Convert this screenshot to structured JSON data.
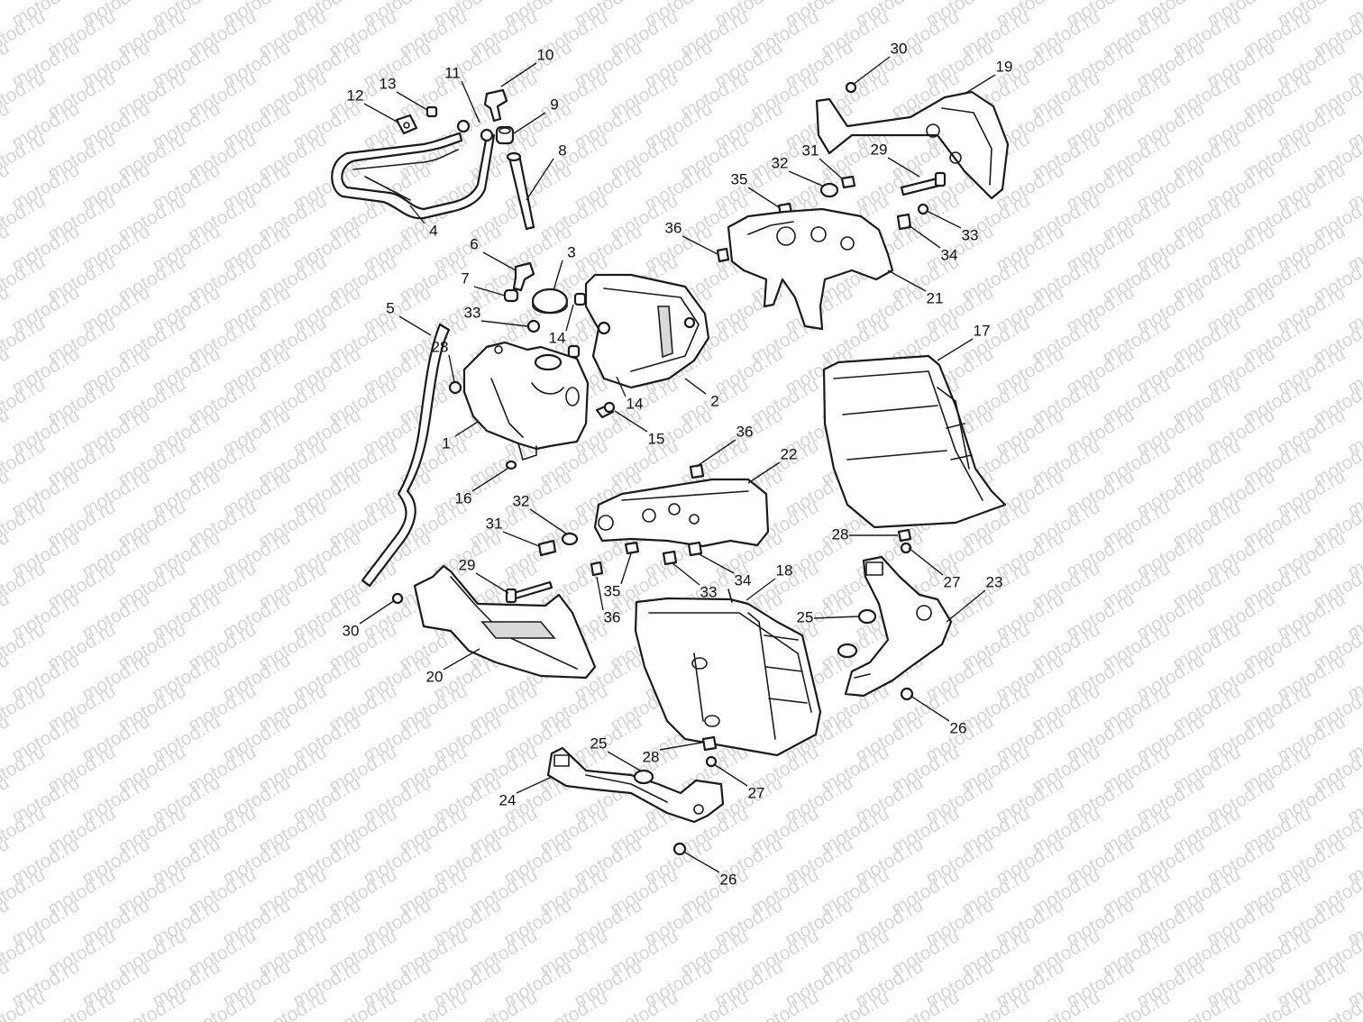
{
  "watermark": {
    "text": "motod.ru",
    "color": "#d6d6d6"
  },
  "diagram": {
    "type": "exploded-parts-diagram",
    "line_color": "#1a1a1a",
    "callouts": [
      "1",
      "2",
      "3",
      "4",
      "5",
      "6",
      "7",
      "8",
      "9",
      "10",
      "11",
      "12",
      "13",
      "14",
      "14",
      "15",
      "16",
      "17",
      "18",
      "19",
      "20",
      "21",
      "22",
      "23",
      "24",
      "25",
      "25",
      "26",
      "26",
      "27",
      "27",
      "28",
      "28",
      "28",
      "29",
      "29",
      "30",
      "30",
      "31",
      "31",
      "32",
      "32",
      "33",
      "33",
      "33",
      "34",
      "34",
      "35",
      "35",
      "36",
      "36",
      "36"
    ]
  }
}
